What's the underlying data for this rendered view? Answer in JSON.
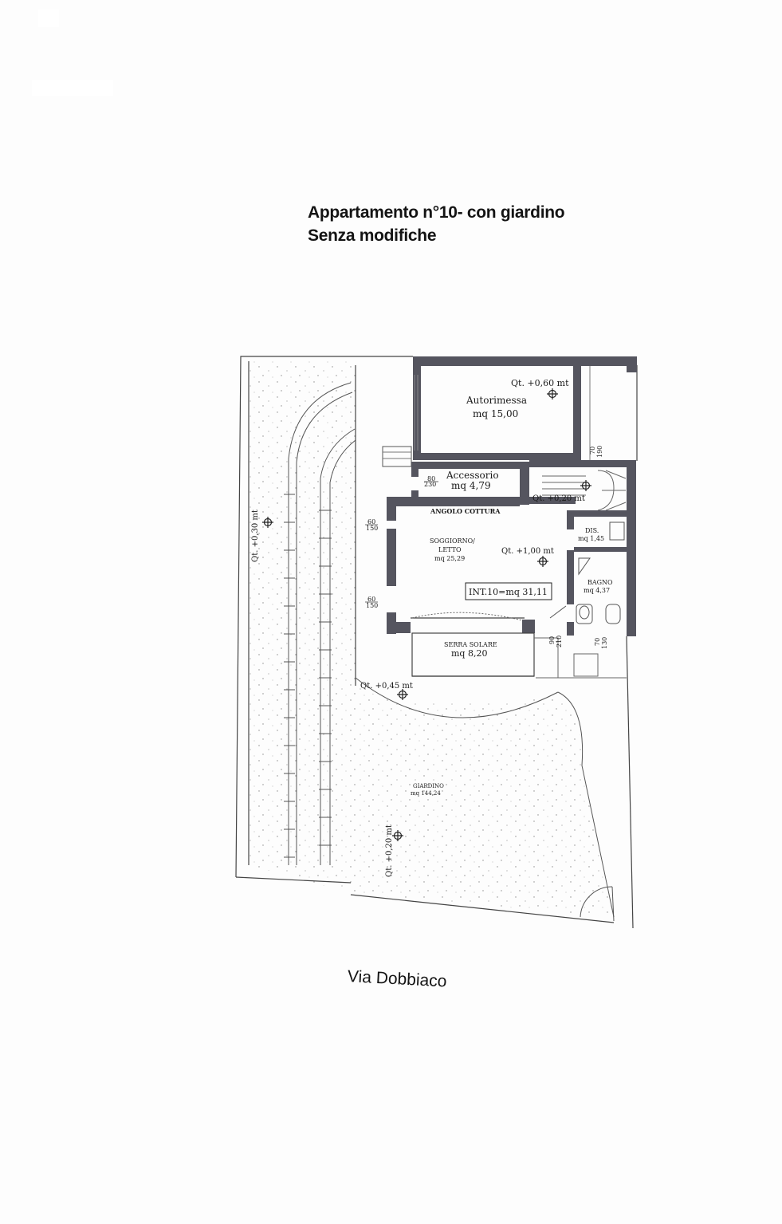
{
  "header": {
    "title_line1": "Appartamento n°10- con giardino",
    "title_line2": "Senza modifiche"
  },
  "plan": {
    "rooms": {
      "autorimessa": {
        "name": "Autorimessa",
        "area": "mq 15,00"
      },
      "accessorio": {
        "name": "Accessorio",
        "area": "mq 4,79"
      },
      "angolo_cottura": {
        "name": "ANGOLO COTTURA"
      },
      "soggiorno": {
        "name_line1": "SOGGIORNO/",
        "name_line2": "LETTO",
        "area": "mq 25,29"
      },
      "dis": {
        "name": "DIS.",
        "area": "mq 1,45"
      },
      "bagno": {
        "name": "BAGNO",
        "area": "mq 4,37"
      },
      "serra": {
        "name": "SERRA SOLARE",
        "area": "mq 8,20"
      },
      "giardino": {
        "name": "GIARDINO",
        "area": "mq 144,24"
      }
    },
    "summary_box": "INT.10=mq 31,11",
    "levels": {
      "garage": "Qt. +0,60 mt",
      "stair": "Qt. +0,20 mt",
      "living": "Qt. +1,00 mt",
      "garden_entry": "Qt. +0,45 mt",
      "left_strip": "Qt. +0,30 mt",
      "garden": "Qt. +0,20 mt"
    },
    "openings": {
      "accessorio_window": {
        "w": "80",
        "h": "230"
      },
      "garage_door": {
        "w": "70",
        "h": "190"
      },
      "living_window_top": {
        "w": "60",
        "h": "150"
      },
      "living_window_bottom": {
        "w": "60",
        "h": "150"
      },
      "serra_door": {
        "w": "90",
        "h": "210"
      },
      "bagno_door": {
        "w": "70",
        "h": "130"
      }
    }
  },
  "footer": {
    "street": "Via Dobbiaco"
  },
  "colors": {
    "wall": "#55555f",
    "line": "#444444",
    "ink": "#141414"
  }
}
